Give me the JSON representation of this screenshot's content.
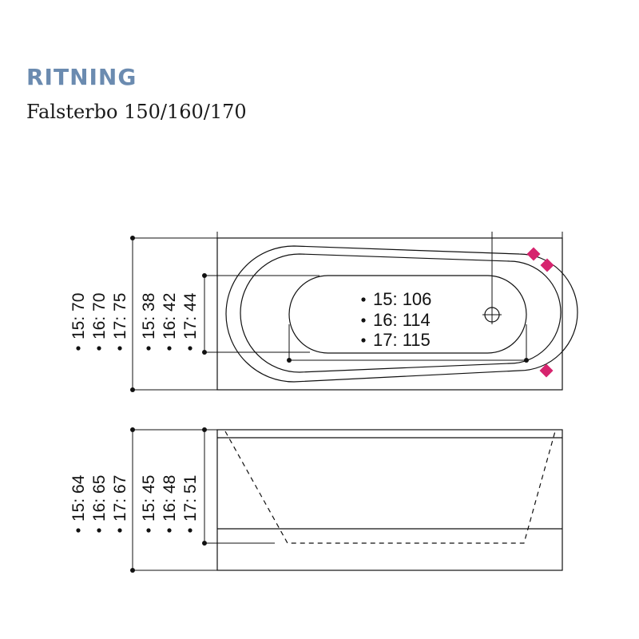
{
  "header": {
    "title": "RITNING",
    "subtitle": "Falsterbo 150/160/170"
  },
  "top_view": {
    "center_labels": [
      "15: 106",
      "16: 114",
      "17: 115"
    ],
    "outer_dim_labels": [
      "15: 70",
      "16: 70",
      "17: 75"
    ],
    "inner_dim_labels": [
      "15: 38",
      "16: 42",
      "17: 44"
    ]
  },
  "side_view": {
    "outer_dim_labels": [
      "15: 64",
      "16: 65",
      "17: 67"
    ],
    "inner_dim_labels": [
      "15: 45",
      "16: 48",
      "17: 51"
    ]
  },
  "colors": {
    "title": "#6b8bb0",
    "marker": "#d6246e",
    "line": "#111111"
  },
  "icons": {
    "drain": "drain-icon",
    "marker": "diamond-marker-icon"
  }
}
